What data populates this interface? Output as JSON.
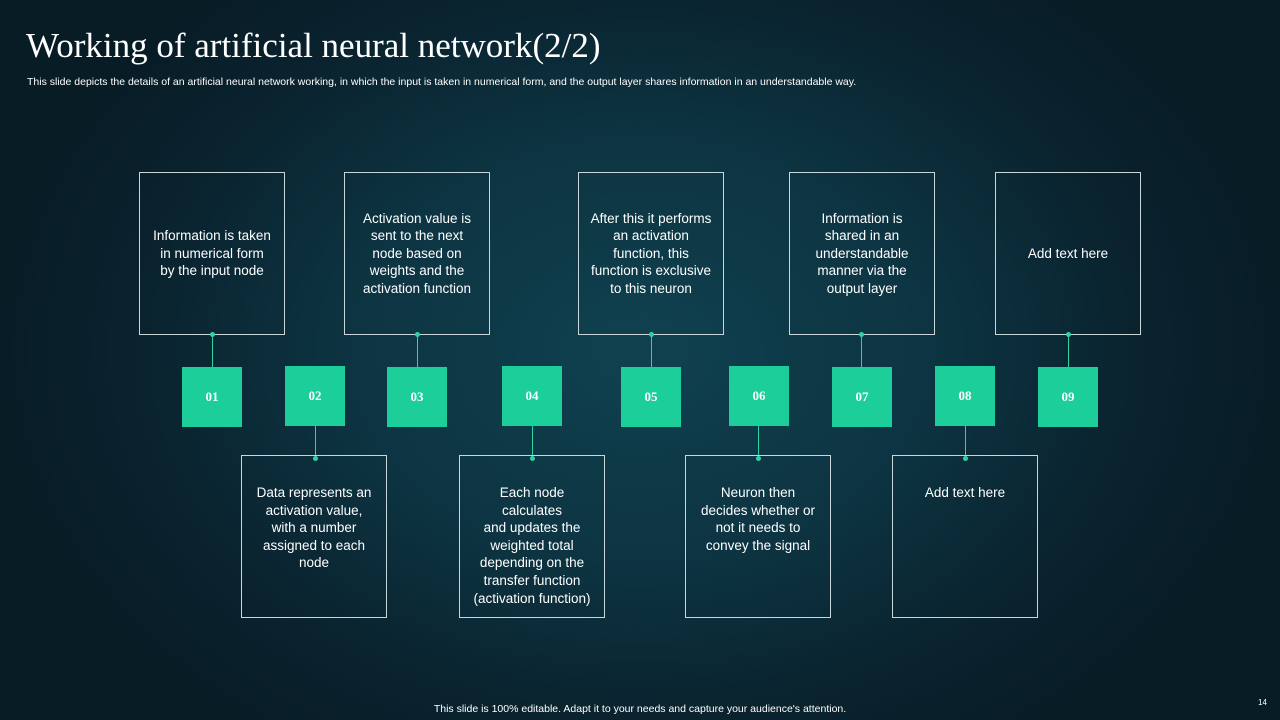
{
  "slide": {
    "title": "Working of artificial neural network(2/2)",
    "subtitle": "This slide depicts the details of an artificial neural network working, in which the input is taken in numerical form, and the output layer shares information in an understandable way.",
    "footer": "This slide is 100% editable. Adapt it to your needs and capture your audience's attention.",
    "page_number": "14"
  },
  "steps": [
    {
      "number": "01",
      "text": "Information is taken\nin numerical form\nby the input node"
    },
    {
      "number": "02",
      "text": "Data represents an\nactivation value,\nwith a number\nassigned to each\nnode"
    },
    {
      "number": "03",
      "text": "Activation value is\nsent to the next\nnode based on\nweights and the\nactivation function"
    },
    {
      "number": "04",
      "text": "Each node calculates\nand updates the\nweighted total\ndepending on the\ntransfer function\n(activation function)"
    },
    {
      "number": "05",
      "text": "After this it performs\nan activation\nfunction, this\nfunction is exclusive\nto this neuron"
    },
    {
      "number": "06",
      "text": "Neuron then\ndecides whether or\nnot it needs to\nconvey the signal"
    },
    {
      "number": "07",
      "text": "Information is\nshared in an\nunderstandable\nmanner via the\noutput layer"
    },
    {
      "number": "08",
      "text": "Add text here"
    },
    {
      "number": "09",
      "text": "Add text here"
    }
  ]
}
